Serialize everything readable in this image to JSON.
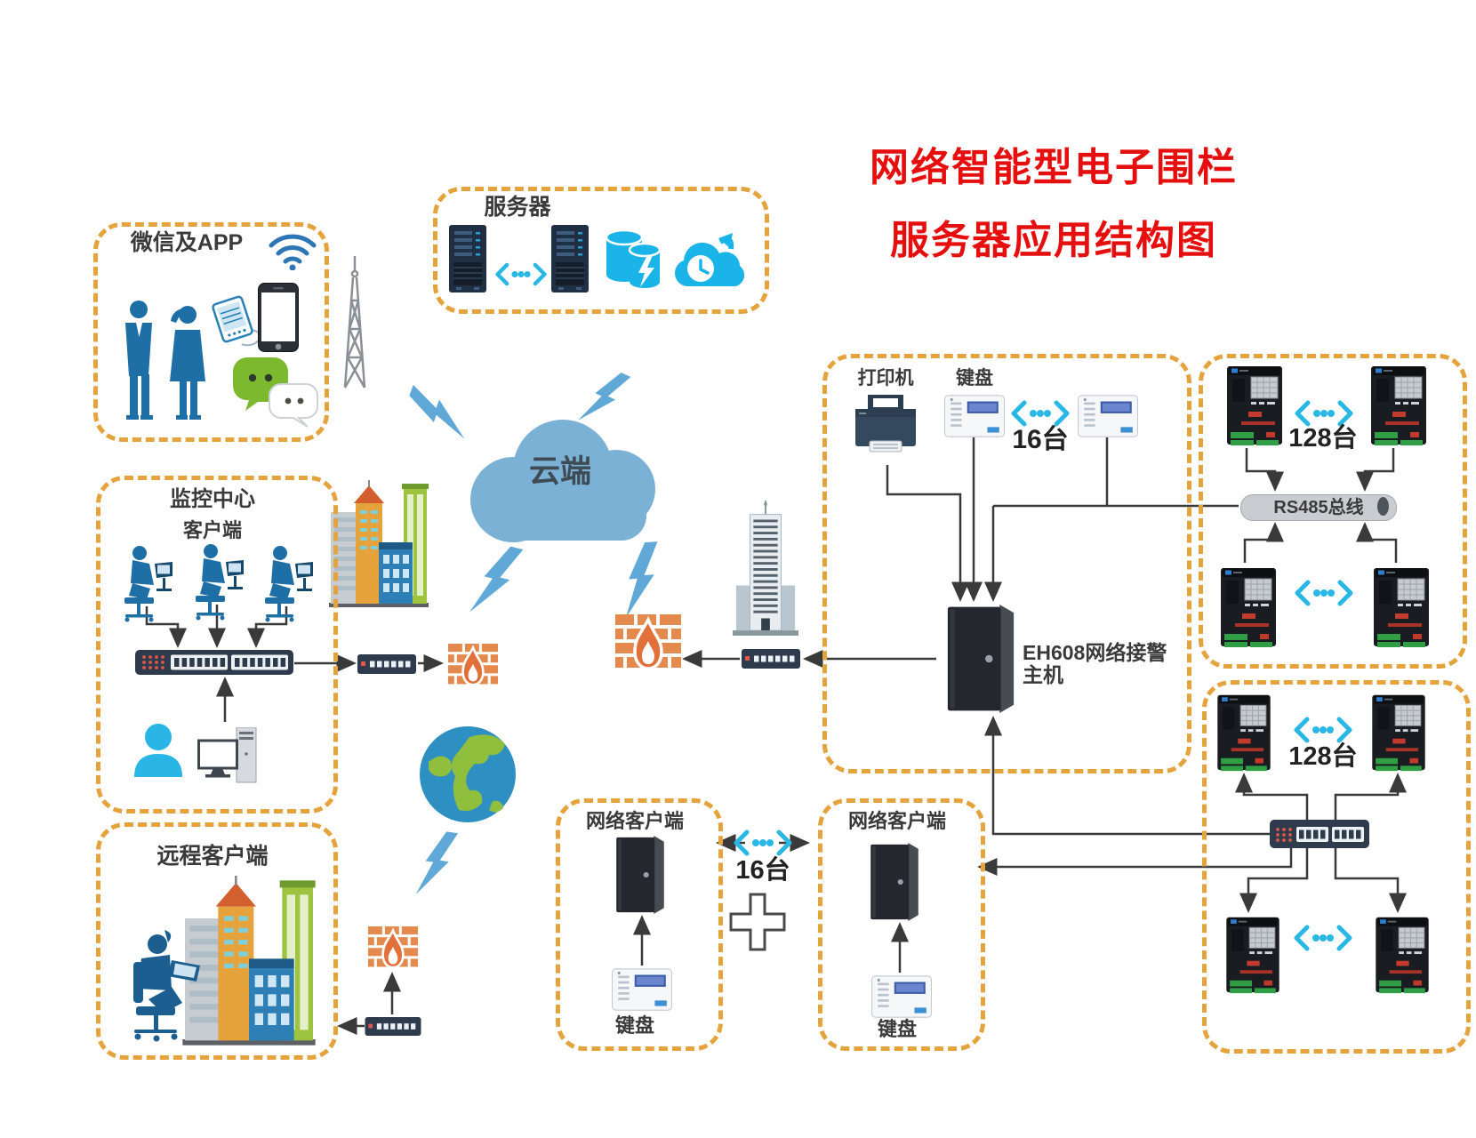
{
  "title": {
    "line1": "网络智能型电子围栏",
    "line2": "服务器应用结构图"
  },
  "cloud": {
    "label": "云端"
  },
  "wechat_box": {
    "label": "微信及APP"
  },
  "server_box": {
    "label": "服务器"
  },
  "monitor_box": {
    "title": "监控中心",
    "subtitle": "客户端"
  },
  "remote_box": {
    "label": "远程客户端"
  },
  "host_box": {
    "printer_label": "打印机",
    "keypad_label": "键盘",
    "count_label": "16台",
    "host_label": "EH608网络接警主机"
  },
  "fence_top_box": {
    "count_label": "128台",
    "bus_label": "RS485总线"
  },
  "fence_bottom_box": {
    "count_label": "128台"
  },
  "client_left_box": {
    "label": "网络客户端",
    "keypad_label": "键盘"
  },
  "client_right_box": {
    "label": "网络客户端",
    "keypad_label": "键盘"
  },
  "client_link": {
    "count_label": "16台"
  },
  "colors": {
    "box_dash_orange": "#E4A33C",
    "title_red": "#E60F0F",
    "bolt_blue": "#5FA8D8",
    "icon_cyan": "#29B7E6",
    "arrow_dark": "#3A3A3A",
    "firewall_orange": "#E58A4E"
  },
  "icons": {
    "wifi": "wifi-arcs",
    "wechat": "chat-bubbles",
    "cloud_sync": "cloud-clock-sync",
    "database": "cylinders-bolt",
    "lightning": "bolt",
    "firewall": "bricks-flame",
    "ellipsis": "chevron-dots",
    "plus": "cross-outline",
    "globe": "earth",
    "radio_tower": "lattice-mast"
  }
}
